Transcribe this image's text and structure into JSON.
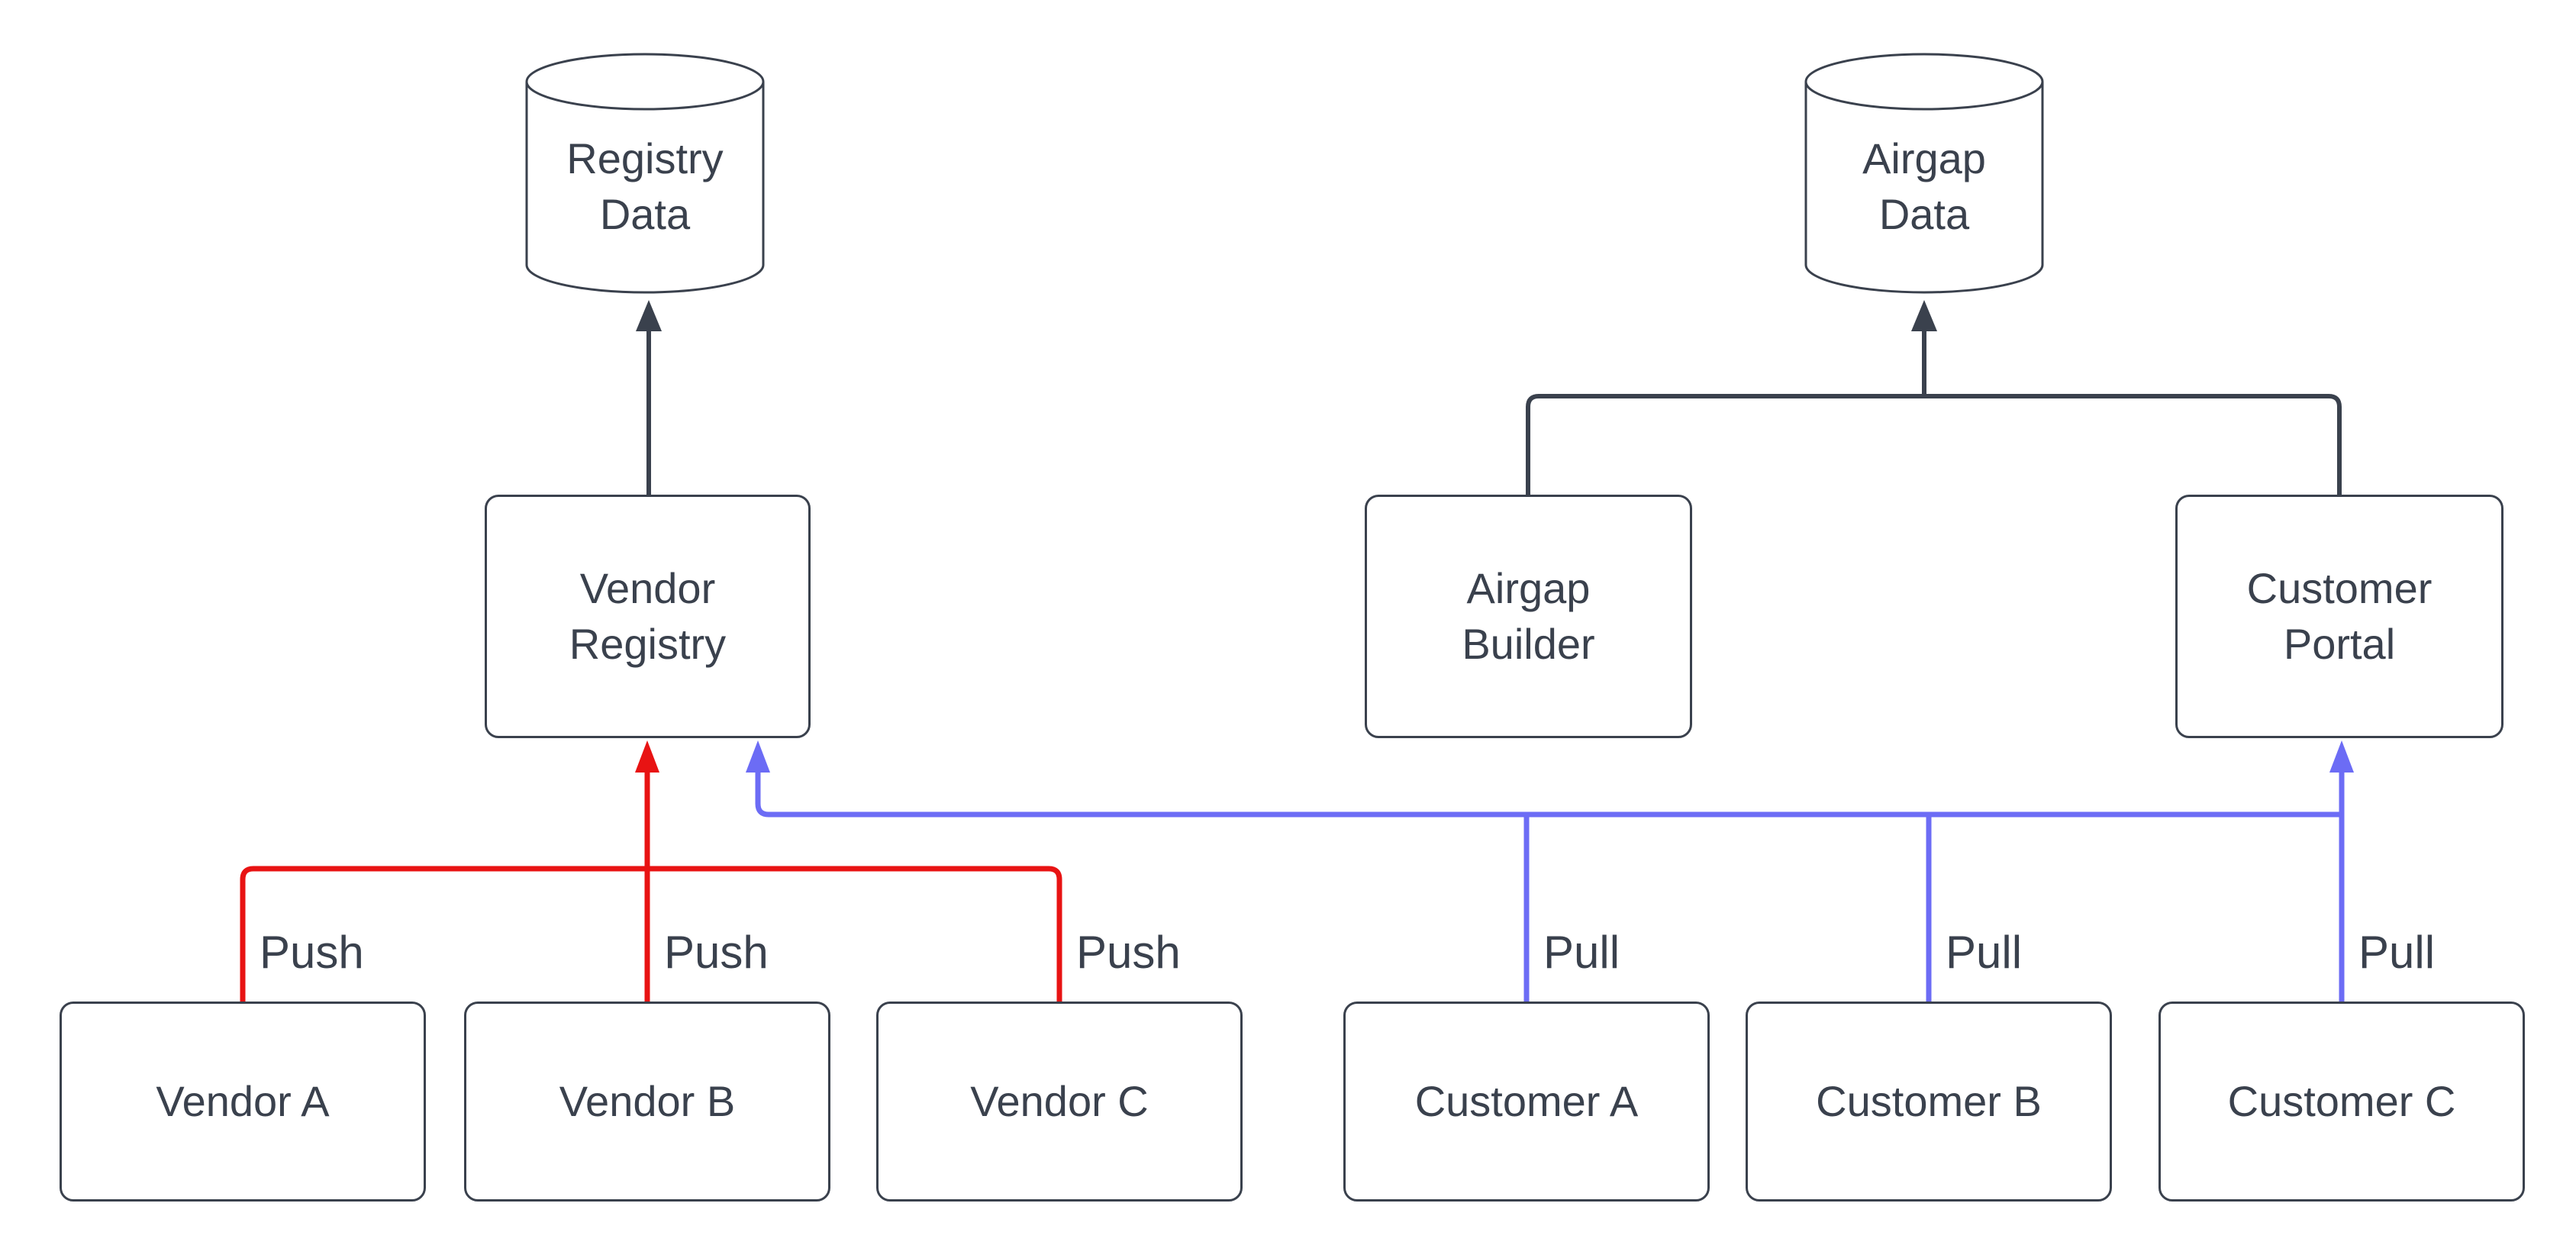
{
  "diagram": {
    "background": "#ffffff",
    "colors": {
      "node_stroke": "#3a414d",
      "text": "#3a414d",
      "dark_edge": "#3a414d",
      "push_edge": "#e81313",
      "pull_edge": "#6c6cf5"
    },
    "datastores": [
      {
        "label": "Registry\nData"
      },
      {
        "label": "Airgap\nData"
      }
    ],
    "services": [
      {
        "label": "Vendor\nRegistry"
      },
      {
        "label": "Airgap\nBuilder"
      },
      {
        "label": "Customer\nPortal"
      }
    ],
    "vendors": [
      {
        "label": "Vendor A"
      },
      {
        "label": "Vendor B"
      },
      {
        "label": "Vendor C"
      }
    ],
    "customers": [
      {
        "label": "Customer A"
      },
      {
        "label": "Customer B"
      },
      {
        "label": "Customer C"
      }
    ],
    "edge_labels": {
      "push": [
        "Push",
        "Push",
        "Push"
      ],
      "pull": [
        "Pull",
        "Pull",
        "Pull"
      ]
    }
  }
}
